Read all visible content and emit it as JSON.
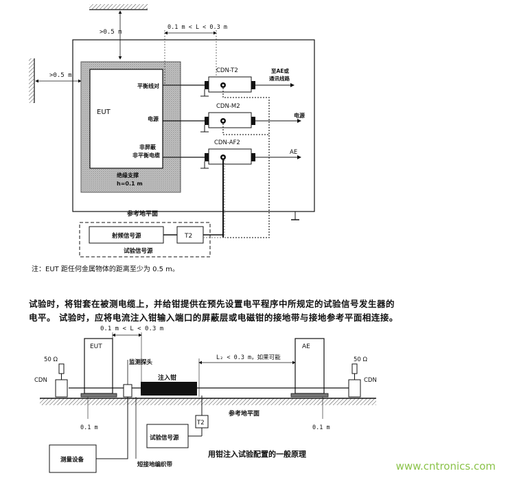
{
  "top": {
    "dist_top": ">0.5 m",
    "dist_left": ">0.5 m",
    "dist_cable": "0.1 m < L < 0.3 m",
    "eut": "EUT",
    "port_balanced": "平衡线对",
    "port_power": "电源",
    "port_unshielded_1": "非屏蔽",
    "port_unshielded_2": "非平衡电缆",
    "support_1": "绝缘支撑",
    "support_2": "h=0.1 m",
    "ground_plane": "参考地平面",
    "cdn_t2": "CDN-T2",
    "cdn_m2": "CDN-M2",
    "cdn_af2": "CDN-AF2",
    "to_ae_1": "至AE或",
    "to_ae_2": "通讯线路",
    "power": "电源",
    "ae": "AE",
    "rf_gen": "射频信号源",
    "t2": "T2",
    "test_gen": "试验信号源",
    "note": "注：EUT 距任何金属物体的距离至少为 0.5 m。"
  },
  "paragraph": {
    "line1": "试验时，将钳套在被测电缆上，并给钳提供在预先设置电平程序中所规定的试验信号发生器的",
    "line2": "电平。 试验时，应将电流注入钳输入端口的屏蔽层或电磁钳的接地带与接地参考平面相连接。"
  },
  "bottom": {
    "dist_cable": "0.1 m < L < 0.3 m",
    "eut": "EUT",
    "ae": "AE",
    "monitor_probe": "监测探头",
    "injection_clamp": "注入钳",
    "dist_l2": "L₂ < 0.3 m，如果可能",
    "r50_left": "50 Ω",
    "r50_right": "50 Ω",
    "cdn_left": "CDN",
    "cdn_right": "CDN",
    "ground_plane": "参考地平面",
    "h_left": "0.1 m",
    "h_right": "0.1 m",
    "test_gen": "试验信号源",
    "t2": "T2",
    "measure": "测量设备",
    "short_strap": "短接地编织带",
    "title": "用钳注入试验配置的一般原理"
  },
  "watermark": "www.cntronics.com"
}
